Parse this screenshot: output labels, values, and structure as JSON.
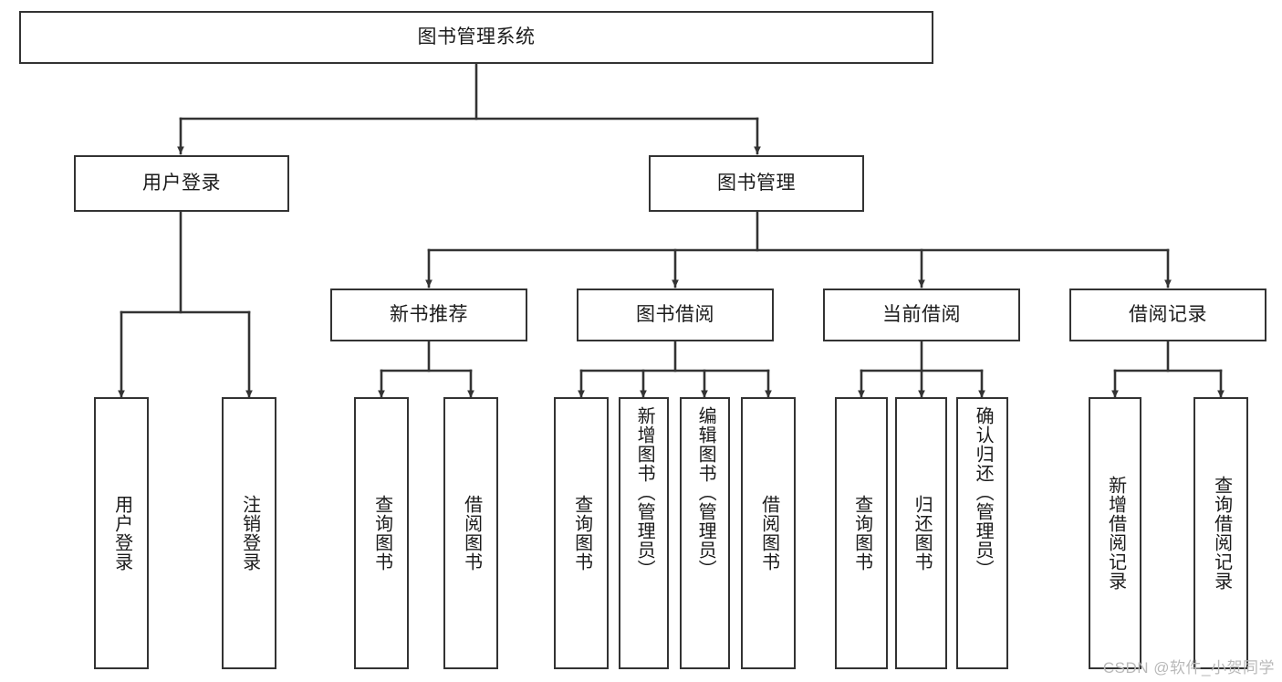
{
  "diagram": {
    "title": "图书管理系统",
    "type": "hierarchy-tree",
    "watermark": "CSDN @软件_小贺同学",
    "colors": {
      "node_border": "#333333",
      "node_fill": "#ffffff",
      "edge": "#333333",
      "text": "#1b1b1b",
      "watermark": "#b9b9b9"
    },
    "levels": 4,
    "nodes": {
      "root": {
        "label": "图书管理系统"
      },
      "l2": [
        {
          "label": "用户登录"
        },
        {
          "label": "图书管理"
        }
      ],
      "l3": [
        {
          "label": "新书推荐"
        },
        {
          "label": "图书借阅"
        },
        {
          "label": "当前借阅"
        },
        {
          "label": "借阅记录"
        }
      ],
      "leaves_user_login": [
        {
          "label": "用户登录"
        },
        {
          "label": "注销登录"
        }
      ],
      "leaves_new_book": [
        {
          "label": "查询图书"
        },
        {
          "label": "借阅图书"
        }
      ],
      "leaves_borrow": [
        {
          "label": "查询图书"
        },
        {
          "label": "新增图书（管理员）"
        },
        {
          "label": "编辑图书（管理员）"
        },
        {
          "label": "借阅图书"
        }
      ],
      "leaves_current": [
        {
          "label": "查询图书"
        },
        {
          "label": "归还图书"
        },
        {
          "label": "确认归还（管理员）"
        }
      ],
      "leaves_record": [
        {
          "label": "新增借阅记录"
        },
        {
          "label": "查询借阅记录"
        }
      ]
    }
  }
}
